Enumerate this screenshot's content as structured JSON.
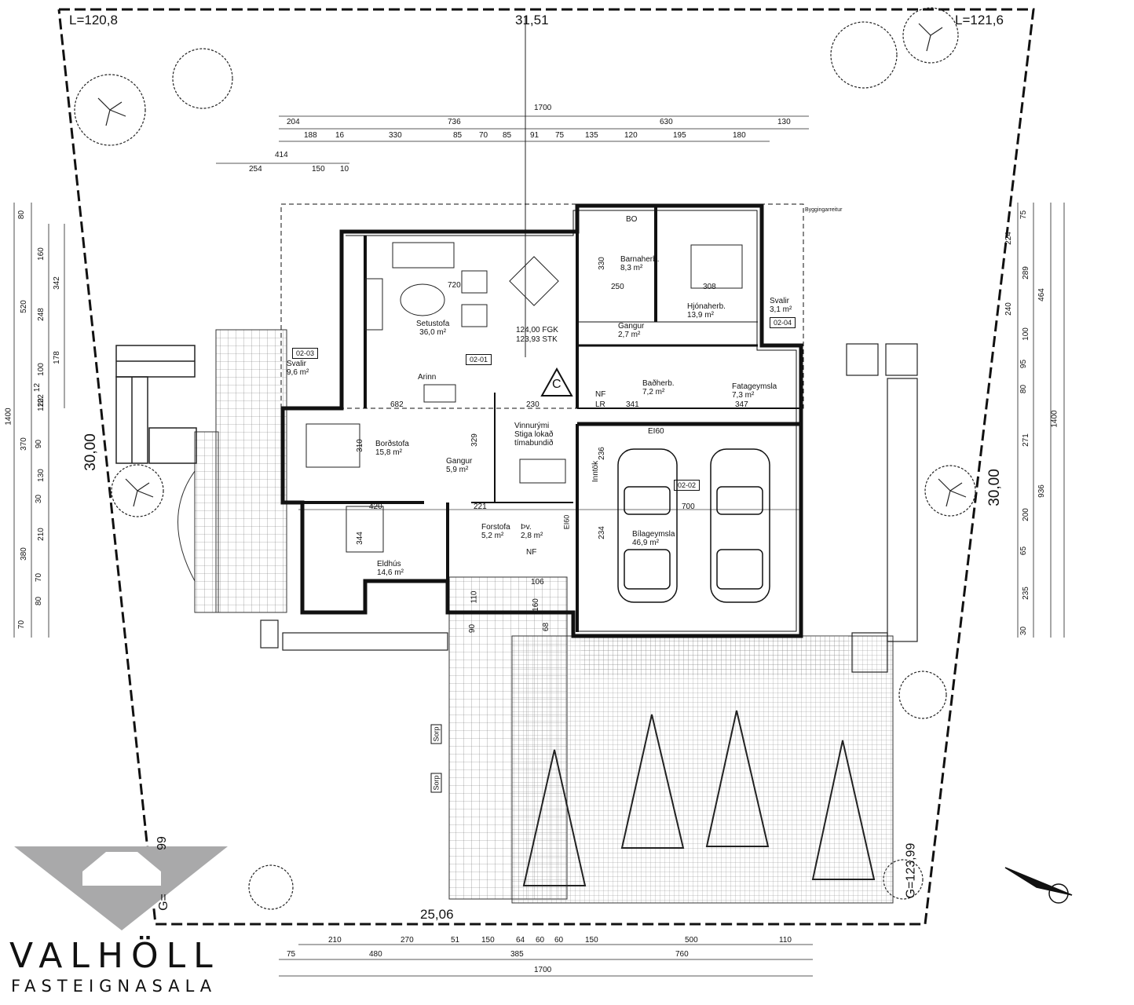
{
  "plot": {
    "corner_tl": "L=120,8",
    "corner_tr": "L=121,6",
    "top_length": "31,51",
    "left_length": "30,00",
    "right_length": "30,00",
    "bottom_length": "25,06",
    "corner_bl": "G=",
    "corner_bl_num": "99",
    "corner_br": "G=123,99"
  },
  "dims_top": {
    "total": "1700",
    "row1": [
      "204",
      "736",
      "630",
      "130"
    ],
    "row2": [
      "188",
      "16",
      "330",
      "85",
      "70",
      "85",
      "91",
      "75",
      "135",
      "120",
      "195",
      "180"
    ],
    "row3_label": "414",
    "row4": [
      "254",
      "150",
      "10"
    ]
  },
  "dims_bottom": {
    "row1": [
      "210",
      "270",
      "51",
      "150",
      "64",
      "60",
      "60",
      "150",
      "500",
      "110"
    ],
    "row2": [
      "75",
      "480",
      "385",
      "760"
    ],
    "total": "1700"
  },
  "dims_left": {
    "total": "1400",
    "col1": [
      "80",
      "520",
      "122",
      "370",
      "380",
      "70"
    ],
    "col2": [
      "160",
      "248",
      "100",
      "120",
      "90",
      "130",
      "30",
      "210",
      "70",
      "80"
    ],
    "col3": [
      "342",
      "178",
      "12"
    ]
  },
  "dims_right": {
    "total": "1400",
    "col1": [
      "75",
      "224",
      "289",
      "240",
      "100",
      "95",
      "80",
      "271",
      "200",
      "65",
      "235",
      "30"
    ],
    "col2": [
      "464",
      "936"
    ]
  },
  "rooms": [
    {
      "id": "setustofa",
      "name": "Setustofa",
      "area": "36,0 m²"
    },
    {
      "id": "bordstofa",
      "name": "Borðstofa",
      "area": "15,8 m²"
    },
    {
      "id": "eldhus",
      "name": "Eldhús",
      "area": "14,6 m²"
    },
    {
      "id": "gangur1",
      "name": "Gangur",
      "area": "5,9 m²"
    },
    {
      "id": "gangur2",
      "name": "Gangur",
      "area": "2,7 m²"
    },
    {
      "id": "barnaherb",
      "name": "Barnaherb.",
      "area": "8,3 m²"
    },
    {
      "id": "hjonaherb",
      "name": "Hjónaherb.",
      "area": "13,9 m²"
    },
    {
      "id": "svalir1",
      "name": "Svalir",
      "area": "9,6 m²"
    },
    {
      "id": "svalir2",
      "name": "Svalir",
      "area": "3,1 m²"
    },
    {
      "id": "badherb",
      "name": "Baðherb.",
      "area": "7,2 m²"
    },
    {
      "id": "fatageymsla",
      "name": "Fatageymsla",
      "area": "7,3 m²"
    },
    {
      "id": "forstofa",
      "name": "Forstofa",
      "area": "5,2 m²"
    },
    {
      "id": "thv",
      "name": "Þv.",
      "area": "2,8 m²"
    },
    {
      "id": "bilageymsla",
      "name": "Bílageymsla",
      "area": "46,9 m²"
    }
  ],
  "vinnurymi": [
    "Vinnurými",
    "Stiga lokað",
    "tímabundið"
  ],
  "labels": {
    "arinn": "Arinn",
    "bo": "BO",
    "innt": "Inntök",
    "ei60": "EI60",
    "nf": "NF",
    "lr": "LR",
    "bygg": "Byggingarreitur",
    "c_mark": "C",
    "fgk": "124,00 FGK",
    "stk": "123,93 STK",
    "unit_0201": "02-01",
    "unit_0202": "02-02",
    "unit_0203": "02-03",
    "unit_0204": "02-04",
    "sorp": "Sorp"
  },
  "interior_dims": [
    "720",
    "330",
    "250",
    "308",
    "682",
    "230",
    "329",
    "420",
    "344",
    "310",
    "700",
    "341",
    "347",
    "236",
    "234",
    "221",
    "110",
    "160",
    "106",
    "90",
    "68"
  ],
  "brand": {
    "name": "VALHÖLL",
    "sub": "FASTEIGNASALA"
  }
}
